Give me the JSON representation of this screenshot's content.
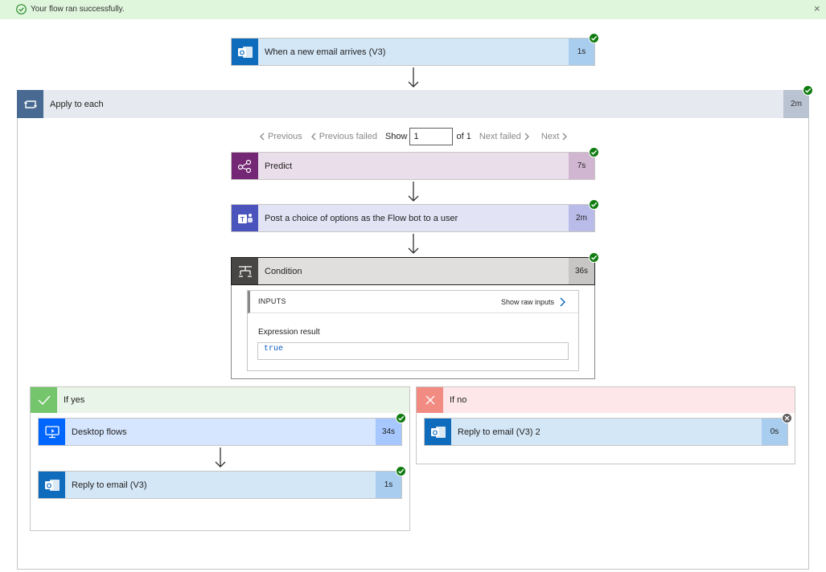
{
  "banner": {
    "message": "Your flow ran successfully.",
    "close": "×"
  },
  "trigger": {
    "label": "When a new email arrives (V3)",
    "duration": "1s",
    "icon": "outlook-icon"
  },
  "apply_to_each": {
    "label": "Apply to each",
    "duration": "2m",
    "icon": "loop-icon",
    "pager": {
      "previous": "Previous",
      "previous_failed": "Previous failed",
      "show": "Show",
      "current": "1",
      "of": "of 1",
      "next_failed": "Next failed",
      "next": "Next"
    },
    "actions": [
      {
        "label": "Predict",
        "duration": "7s",
        "icon": "ai-builder-icon"
      },
      {
        "label": "Post a choice of options as the Flow bot to a user",
        "duration": "2m",
        "icon": "teams-icon"
      }
    ],
    "condition": {
      "label": "Condition",
      "duration": "36s",
      "icon": "condition-icon",
      "inputs_title": "INPUTS",
      "show_raw": "Show raw inputs",
      "expression_label": "Expression result",
      "expression_value": "true"
    },
    "if_yes": {
      "label": "If yes",
      "actions": [
        {
          "label": "Desktop flows",
          "duration": "34s",
          "icon": "desktop-flows-icon"
        },
        {
          "label": "Reply to email (V3)",
          "duration": "1s",
          "icon": "outlook-icon"
        }
      ]
    },
    "if_no": {
      "label": "If no",
      "actions": [
        {
          "label": "Reply to email (V3) 2",
          "duration": "0s",
          "icon": "outlook-icon"
        }
      ]
    }
  },
  "colors": {
    "success": "#107c10",
    "banner_bg": "#dff6dd",
    "outlook": "#0f6cbd",
    "predict": "#742774",
    "teams": "#4b53bc",
    "condition": "#484644",
    "loop": "#486991",
    "desktop_flows": "#0066ff"
  }
}
